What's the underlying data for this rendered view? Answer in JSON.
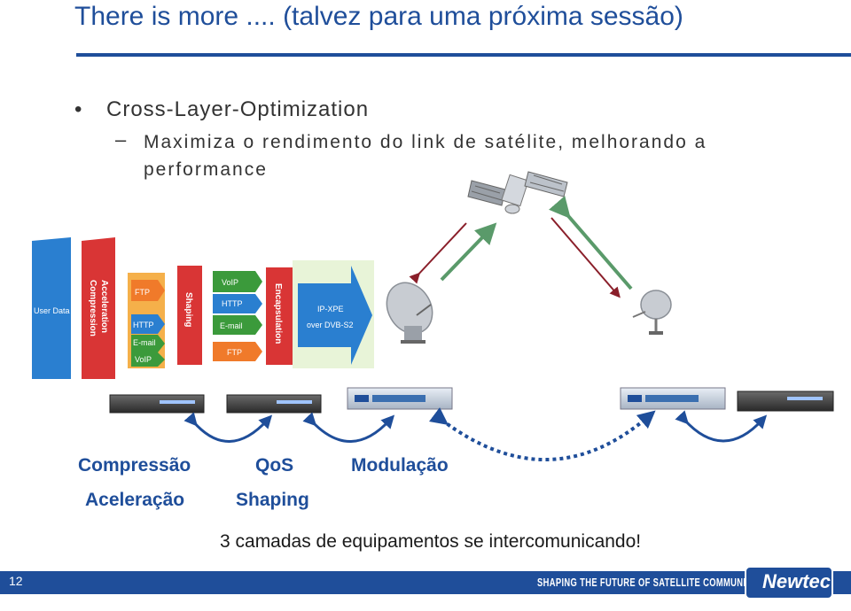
{
  "slide": {
    "title": "There is more .... (talvez para uma próxima sessão)",
    "bullet": "Cross-Layer-Optimization",
    "sub_bullet": "Maximiza o rendimento do link de satélite, melhorando a performance",
    "page_number": "12"
  },
  "diagram": {
    "user_data": "User Data",
    "acceleration": "Acceleration",
    "compression": "Compression",
    "shaping": "Shaping",
    "encapsulation": "Encapsulation",
    "ipxpe": "IP-XPE",
    "dvbs2": "over DVB-S2",
    "protocols_left": [
      "FTP",
      "HTTP",
      "E-mail",
      "VoIP"
    ],
    "protocols_right": [
      "VoIP",
      "HTTP",
      "E-mail",
      "FTP"
    ]
  },
  "labels": {
    "compressao": "Compressão",
    "aceleracao": "Aceleração",
    "qos": "QoS",
    "shaping": "Shaping",
    "modulacao": "Modulação"
  },
  "caption": "3 camadas de equipamentos se intercomunicando!",
  "footer": {
    "tagline": "SHAPING THE FUTURE OF SATELLITE COMMUNICATIONS",
    "logo": "Newtec"
  },
  "colors": {
    "accent": "#1f4e9a",
    "red": "#d93535",
    "green": "#3b9a3b",
    "orange": "#f07a2a",
    "blue": "#2a7fd0"
  }
}
